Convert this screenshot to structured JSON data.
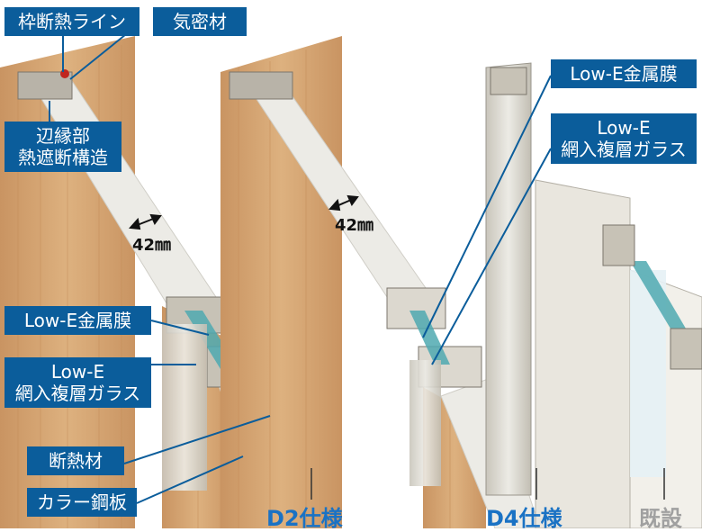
{
  "labels": {
    "frame_line": "枠断熱ライン",
    "airtight": "気密材",
    "edge_line1": "辺縁部",
    "edge_line2": "熱遮断構造",
    "lowe_film_left": "Low-E金属膜",
    "lowe_glass_left_line1": "Low-E",
    "lowe_glass_left_line2": "網入複層ガラス",
    "insulation": "断熱材",
    "color_steel": "カラー鋼板",
    "lowe_film_right": "Low-E金属膜",
    "lowe_glass_right_line1": "Low-E",
    "lowe_glass_right_line2": "網入複層ガラス"
  },
  "dimensions": {
    "left": "42㎜",
    "middle": "42㎜"
  },
  "specs": {
    "d2": "D2仕様",
    "d4": "D4仕様",
    "existing": "既設"
  },
  "colors": {
    "label_bg": "#0b5d9b",
    "spec_blue": "#1a72c4",
    "spec_gray": "#a0a0a0",
    "wood": "#d7a472",
    "foam": "#ecebe6",
    "silver": "#dcd8cf",
    "glass": "#4fa9b0"
  }
}
